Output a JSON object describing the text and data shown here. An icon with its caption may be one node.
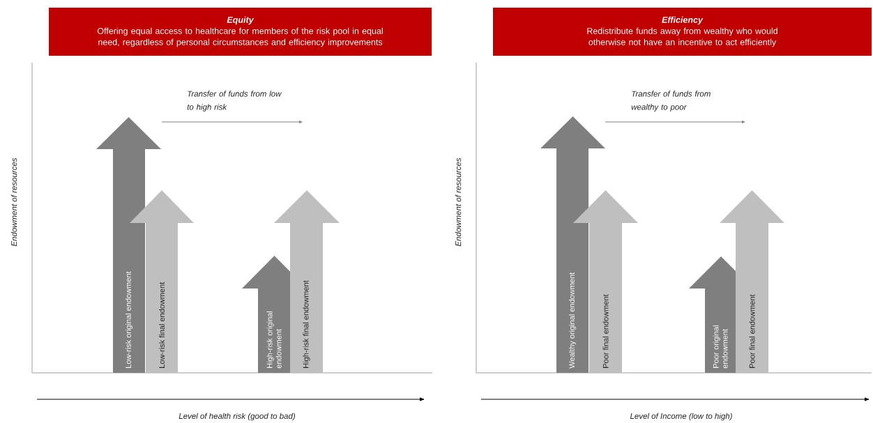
{
  "diagram": {
    "nodes": [
      {
        "text": [
          "Equity",
          "Offering equal access to healthcare for members of the risk pool in equal need, regardless of personal circumstances and efficiency improvements"
        ]
      },
      {
        "text": [
          "Low-risk original endowment"
        ]
      },
      {
        "text": [
          "Low-risk final endowment"
        ]
      },
      {
        "text": [
          "High-risk original endowment"
        ]
      },
      {
        "text": [
          "High-risk final endowment"
        ]
      },
      {
        "text": [
          "Efficiency",
          "Redistribute funds away from wealthy who would otherwise not have an incentive to act efficiently"
        ]
      },
      {
        "text": [
          "Wealthy original endowment"
        ]
      },
      {
        "text": [
          "Poor final endowment"
        ]
      },
      {
        "text": [
          "Poor original endowment"
        ]
      },
      {
        "text": [
          "Poor final endowment"
        ]
      }
    ],
    "labels": [
      "Transfer of funds from low to high risk",
      "Endowment of resources",
      "Level of health risk (good to bad)",
      "Transfer of funds from wealthy to poor",
      "Endowment of resources",
      "Level of Income (low to high)"
    ]
  }
}
